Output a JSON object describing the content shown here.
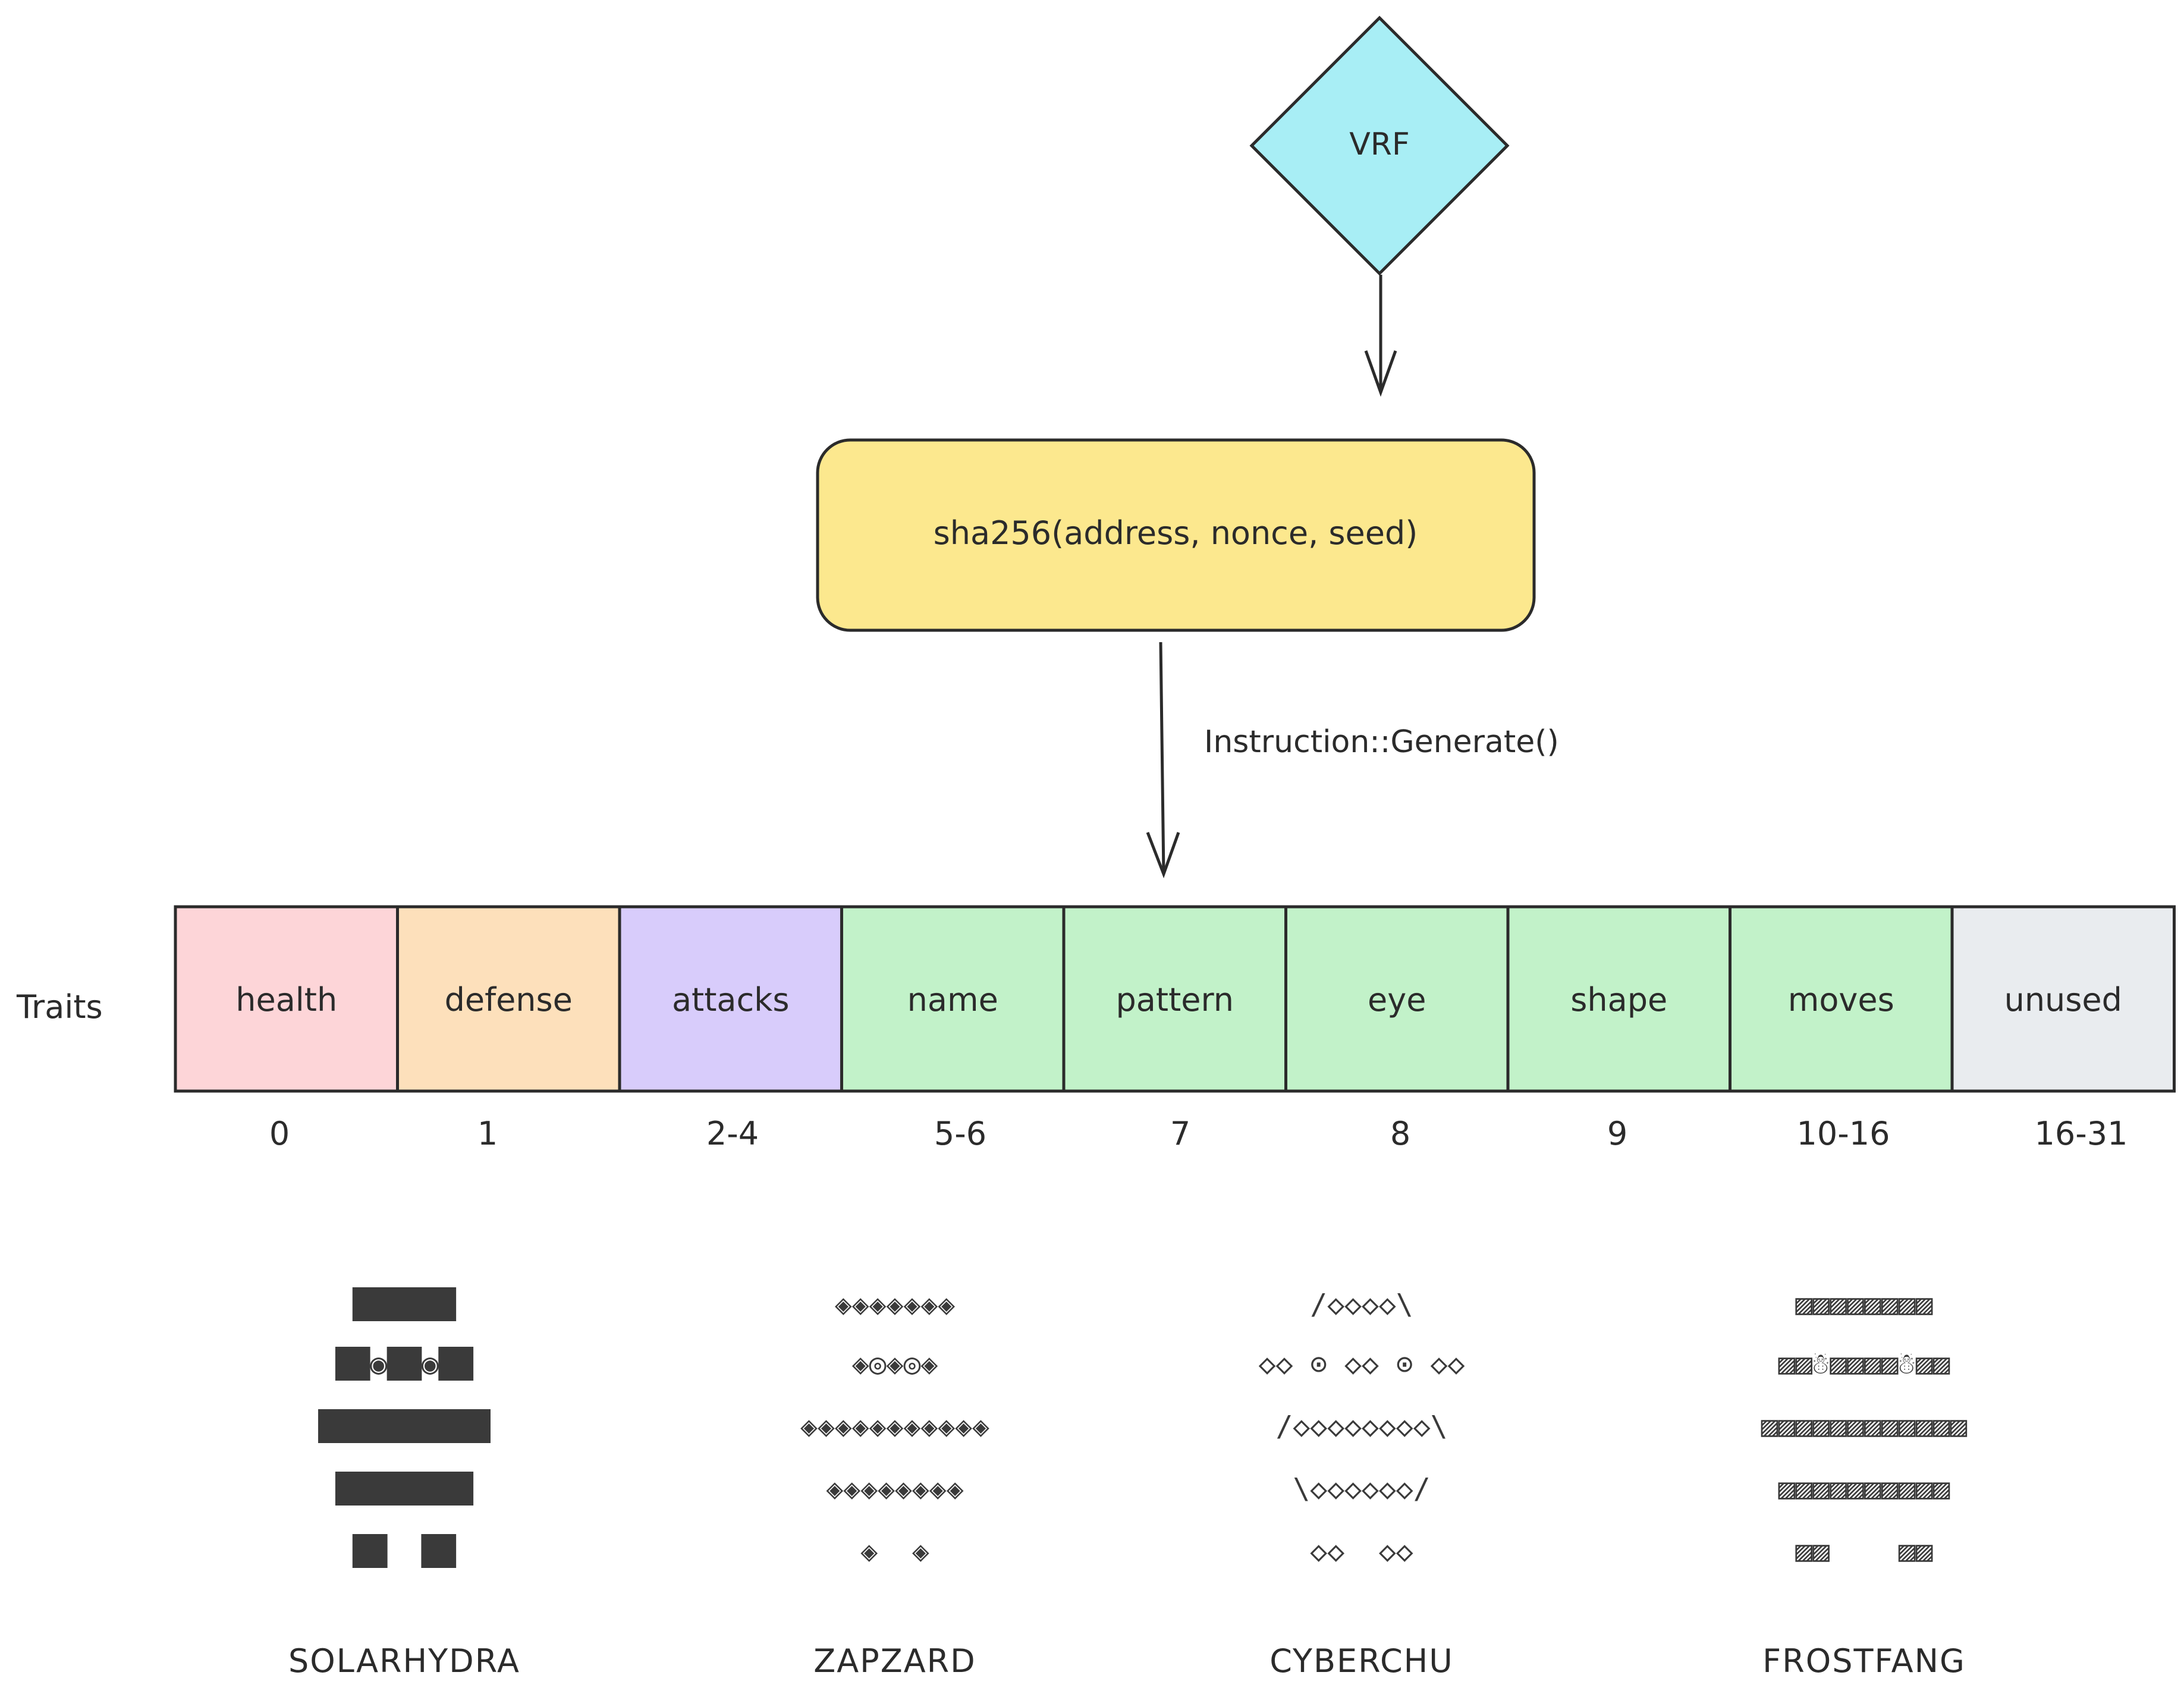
{
  "diagram": {
    "vrf": {
      "label": "VRF",
      "color": "#a8eef5"
    },
    "hash": {
      "label": "sha256(address, nonce, seed)",
      "color": "#fce88e"
    },
    "instruction_label": "Instruction::Generate()",
    "traits_label": "Traits",
    "traits": [
      {
        "name": "health",
        "range": "0",
        "color": "#fdd5d8"
      },
      {
        "name": "defense",
        "range": "1",
        "color": "#fde0bb"
      },
      {
        "name": "attacks",
        "range": "2-4",
        "color": "#d8ccfb"
      },
      {
        "name": "name",
        "range": "5-6",
        "color": "#c2f2c9"
      },
      {
        "name": "pattern",
        "range": "7",
        "color": "#c2f2c9"
      },
      {
        "name": "eye",
        "range": "8",
        "color": "#c2f2c9"
      },
      {
        "name": "shape",
        "range": "9",
        "color": "#c2f2c9"
      },
      {
        "name": "moves",
        "range": "10-16",
        "color": "#c2f2c9"
      },
      {
        "name": "unused",
        "range": "16-31",
        "color": "#e9ecef"
      }
    ],
    "creatures": [
      {
        "name": "SOLARHYDRA",
        "art": [
          "██████",
          "██◉██◉██",
          "██████████",
          "████████",
          "██  ██"
        ]
      },
      {
        "name": "ZAPZARD",
        "art": [
          "◈◈◈◈◈◈◈",
          "◈◎◈◎◈",
          "◈◈◈◈◈◈◈◈◈◈◈",
          "◈◈◈◈◈◈◈◈",
          "◈  ◈"
        ]
      },
      {
        "name": "CYBERCHU",
        "art": [
          "/◇◇◇◇\\",
          "◇◇ ⊙ ◇◇ ⊙ ◇◇",
          "/◇◇◇◇◇◇◇◇\\",
          "\\◇◇◇◇◇◇/",
          "◇◇  ◇◇"
        ]
      },
      {
        "name": "FROSTFANG",
        "art": [
          "▨▨▨▨▨▨▨▨",
          "▨▨☃▨▨▨▨☃▨▨",
          "▨▨▨▨▨▨▨▨▨▨▨▨",
          "▨▨▨▨▨▨▨▨▨▨",
          "▨▨    ▨▨"
        ]
      }
    ]
  }
}
